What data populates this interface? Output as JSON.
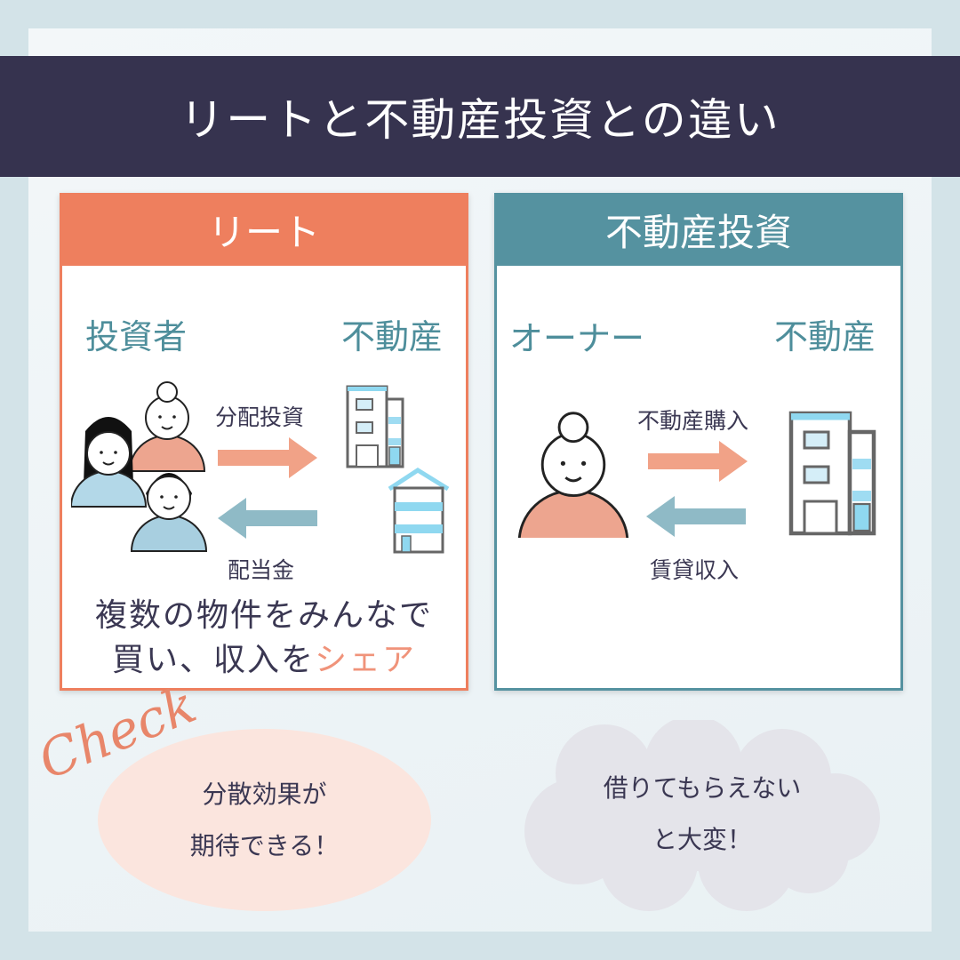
{
  "title": "リートと不動産投資との違い",
  "left": {
    "header": "リート",
    "from_label": "投資者",
    "to_label": "不動産",
    "arrow_top": "分配投資",
    "arrow_bottom": "配当金",
    "summary_line1": "複数の物件をみんなで",
    "summary_line2_a": "買い、収入を",
    "summary_line2_b": "シェア"
  },
  "right": {
    "header": "不動産投資",
    "from_label": "オーナー",
    "to_label": "不動産",
    "arrow_top": "不動産購入",
    "arrow_bottom": "賃貸収入"
  },
  "check": {
    "script": "Check",
    "line1": "分散効果が",
    "line2": "期待できる！"
  },
  "cloud": {
    "line1": "借りてもらえない",
    "line2": "と大変！"
  },
  "colors": {
    "title_bg": "#36334f",
    "reit": "#ee7f5e",
    "realestate": "#5592a0",
    "arrow_out": "#f1a287",
    "arrow_in": "#8fbac6"
  }
}
